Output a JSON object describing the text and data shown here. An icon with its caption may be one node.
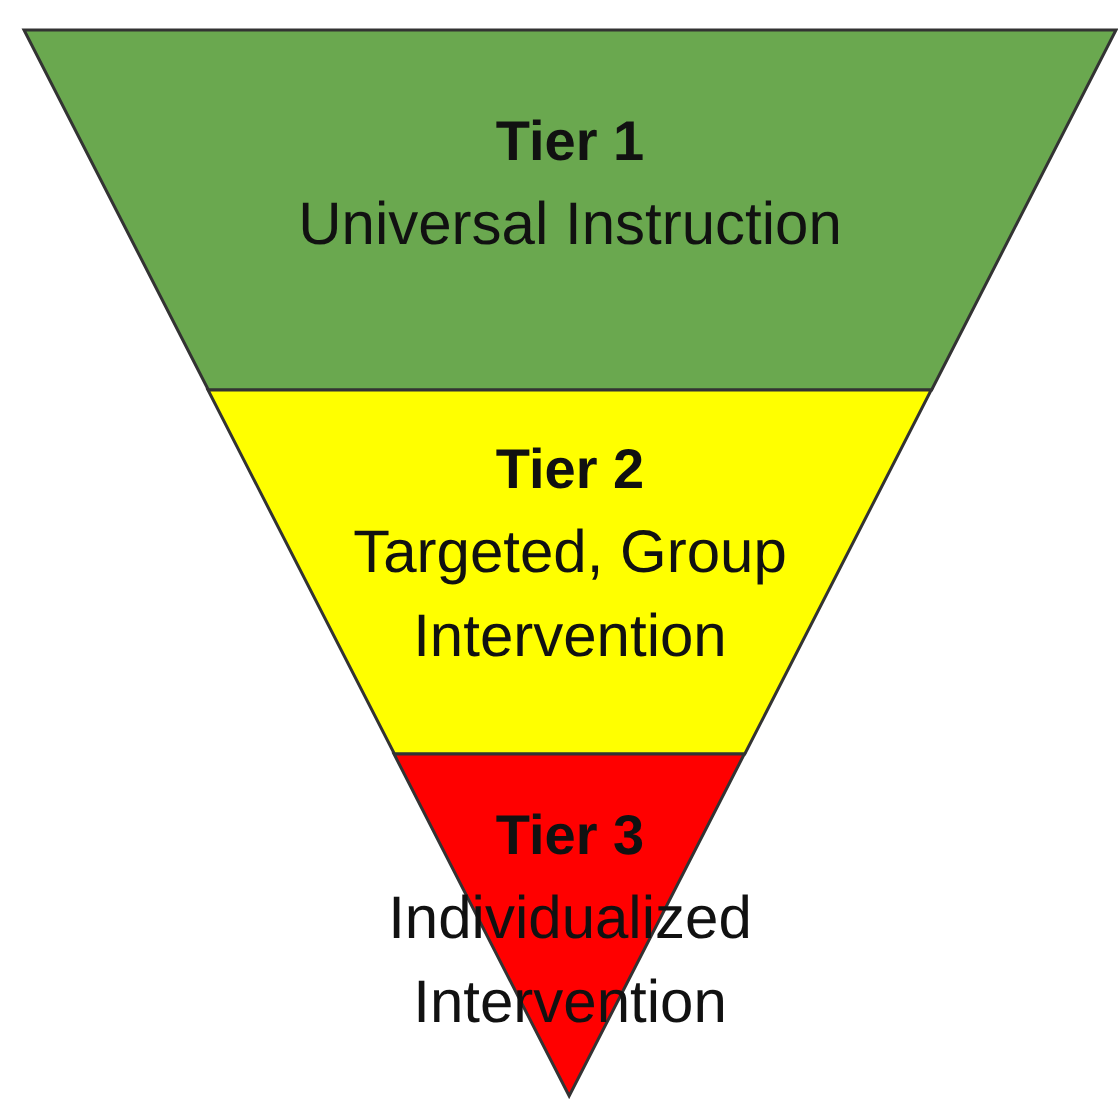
{
  "diagram": {
    "nodes": [
      {
        "text": [
          "Tier 1",
          "Universal Instruction"
        ]
      },
      {
        "text": [
          "Tier 2",
          "Targeted, Group Intervention"
        ]
      },
      {
        "text": [
          "Tier 3",
          "Individualized Intervention"
        ]
      }
    ]
  }
}
